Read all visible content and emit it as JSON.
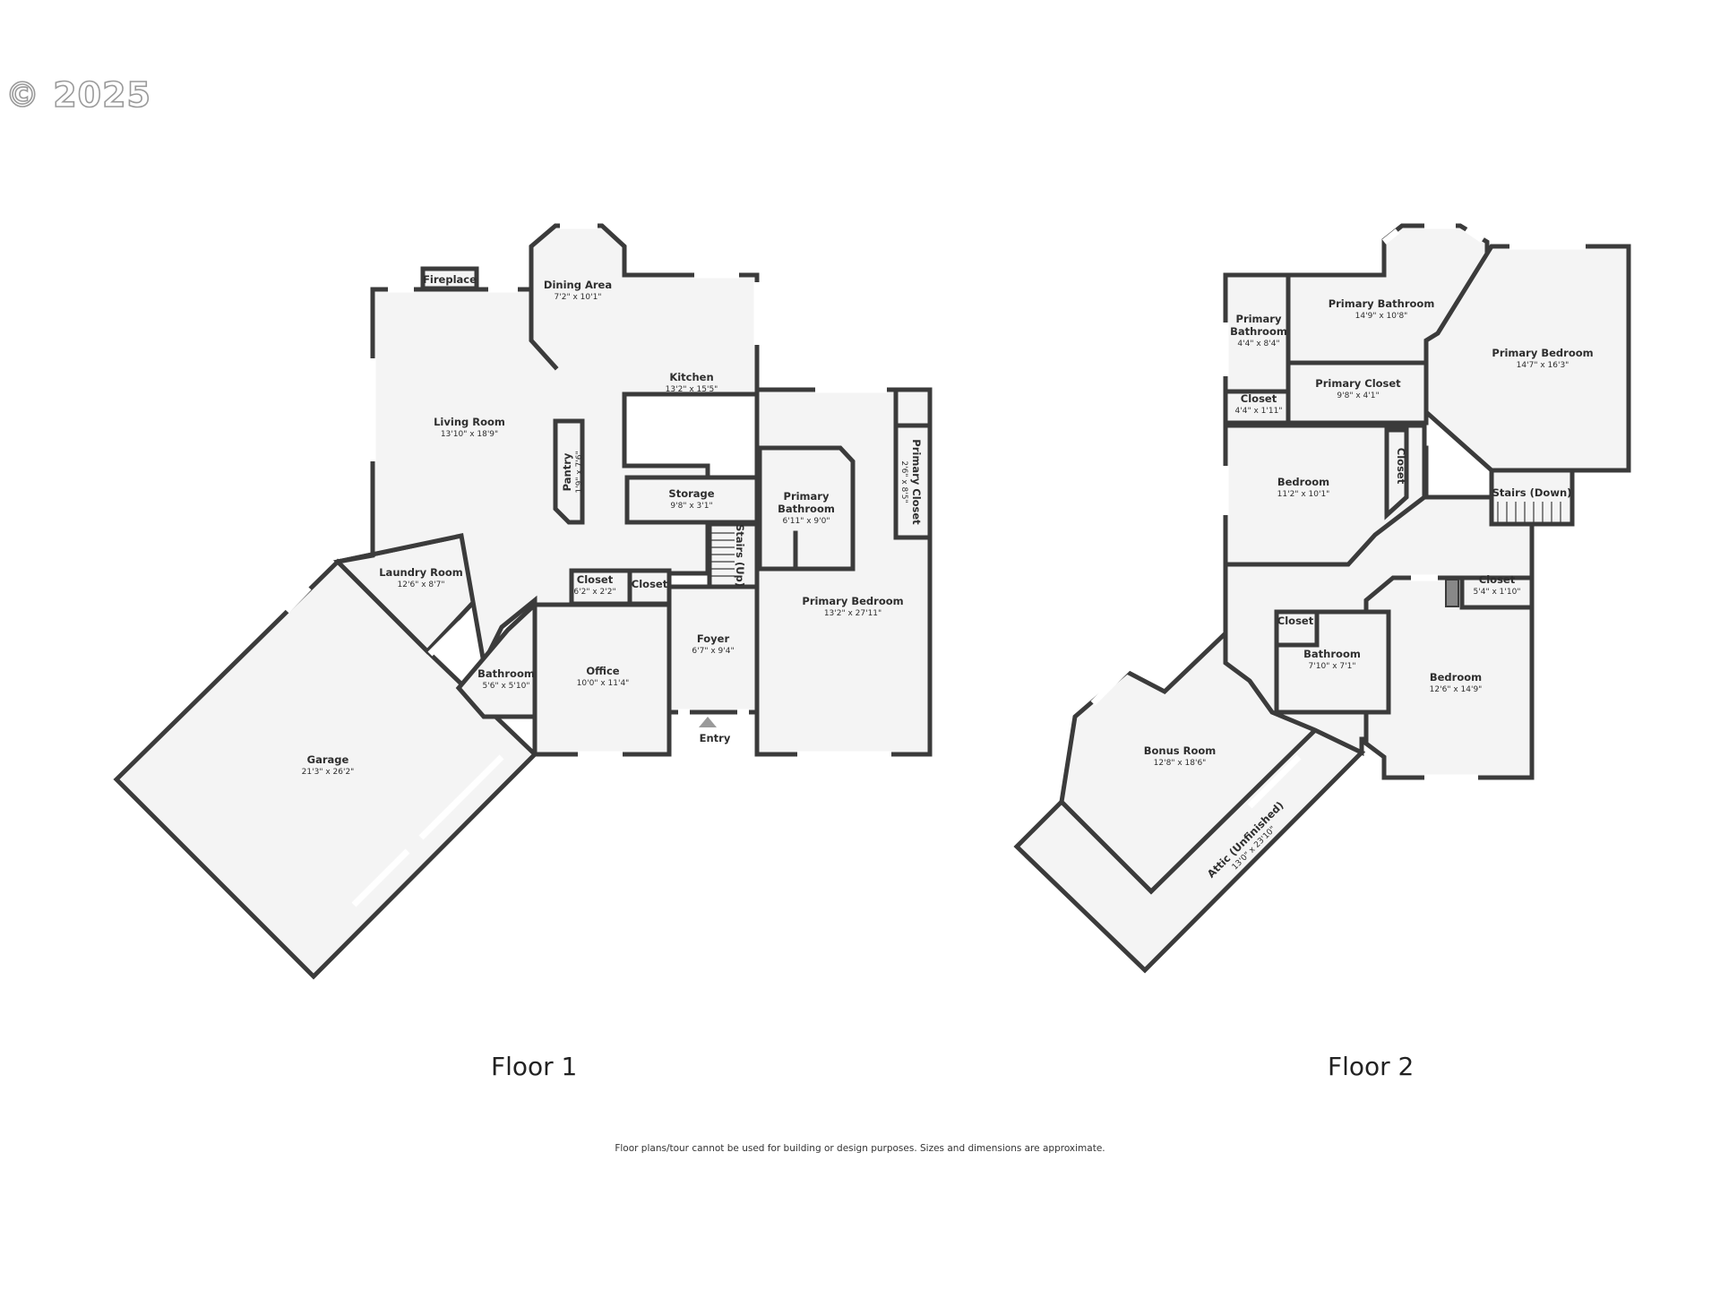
{
  "watermark": "© 2025",
  "floors": [
    {
      "label": "Floor 1",
      "rooms": [
        {
          "id": "fireplace",
          "name": "Fireplace",
          "dim": ""
        },
        {
          "id": "dining",
          "name": "Dining Area",
          "dim": "7'2\" x 10'1\""
        },
        {
          "id": "kitchen",
          "name": "Kitchen",
          "dim": "13'2\" x 15'5\""
        },
        {
          "id": "living",
          "name": "Living Room",
          "dim": "13'10\" x 18'9\""
        },
        {
          "id": "pantry",
          "name": "Pantry",
          "dim": "1'9\" x 7'6\""
        },
        {
          "id": "storage",
          "name": "Storage",
          "dim": "9'8\" x 3'1\""
        },
        {
          "id": "primary-bath",
          "name": "Primary Bathroom",
          "dim": "6'11\" x 9'0\""
        },
        {
          "id": "primary-closet",
          "name": "Primary Closet",
          "dim": "2'6\" x 8'5\""
        },
        {
          "id": "stairs-up",
          "name": "Stairs (Up)",
          "dim": ""
        },
        {
          "id": "primary-bed",
          "name": "Primary Bedroom",
          "dim": "13'2\" x 27'11\""
        },
        {
          "id": "laundry",
          "name": "Laundry Room",
          "dim": "12'6\" x 8'7\""
        },
        {
          "id": "closet-a",
          "name": "Closet",
          "dim": "6'2\" x 2'2\""
        },
        {
          "id": "closet-b",
          "name": "Closet",
          "dim": ""
        },
        {
          "id": "foyer",
          "name": "Foyer",
          "dim": "6'7\" x 9'4\""
        },
        {
          "id": "office",
          "name": "Office",
          "dim": "10'0\" x 11'4\""
        },
        {
          "id": "bath",
          "name": "Bathroom",
          "dim": "5'6\" x 5'10\""
        },
        {
          "id": "entry",
          "name": "Entry",
          "dim": ""
        },
        {
          "id": "garage",
          "name": "Garage",
          "dim": "21'3\" x 26'2\""
        }
      ]
    },
    {
      "label": "Floor 2",
      "rooms": [
        {
          "id": "primary-bath-small",
          "name": "Primary Bathroom",
          "dim": "4'4\" x 8'4\""
        },
        {
          "id": "primary-bath-large",
          "name": "Primary Bathroom",
          "dim": "14'9\" x 10'8\""
        },
        {
          "id": "primary-bed",
          "name": "Primary Bedroom",
          "dim": "14'7\" x 16'3\""
        },
        {
          "id": "closet-small",
          "name": "Closet",
          "dim": "4'4\" x 1'11\""
        },
        {
          "id": "primary-closet",
          "name": "Primary Closet",
          "dim": "9'8\" x 4'1\""
        },
        {
          "id": "bedroom-a",
          "name": "Bedroom",
          "dim": "11'2\" x 10'1\""
        },
        {
          "id": "closet-vert",
          "name": "Closet",
          "dim": ""
        },
        {
          "id": "stairs-down",
          "name": "Stairs (Down)",
          "dim": ""
        },
        {
          "id": "closet-right",
          "name": "Closet",
          "dim": "5'4\" x 1'10\""
        },
        {
          "id": "closet-bath",
          "name": "Closet",
          "dim": ""
        },
        {
          "id": "bathroom",
          "name": "Bathroom",
          "dim": "7'10\" x 7'1\""
        },
        {
          "id": "bedroom-b",
          "name": "Bedroom",
          "dim": "12'6\" x 14'9\""
        },
        {
          "id": "bonus",
          "name": "Bonus Room",
          "dim": "12'8\" x 18'6\""
        },
        {
          "id": "attic",
          "name": "Attic (Unfinished)",
          "dim": "13'0\" x 23'10\""
        }
      ]
    }
  ],
  "disclaimer": "Floor plans/tour cannot be used for building or design purposes. Sizes and dimensions are approximate."
}
